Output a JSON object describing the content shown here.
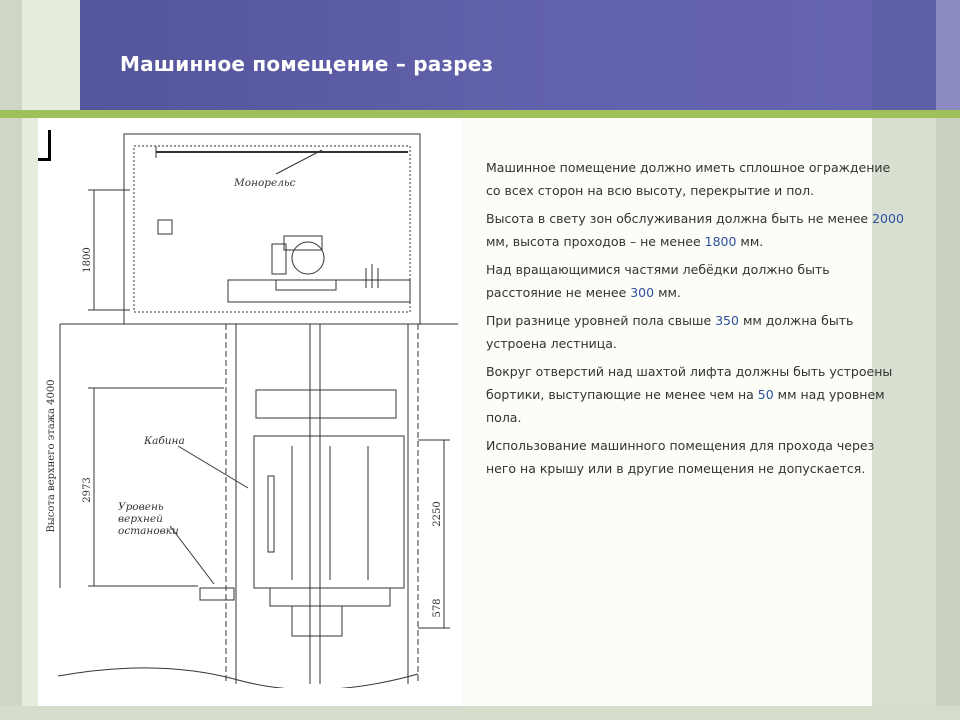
{
  "slide": {
    "title": "Машинное помещение – разрез"
  },
  "drawing": {
    "labels": {
      "monorail": "Монорельс",
      "cabin": "Кабина",
      "level_line1": "Уровень",
      "level_line2": "верхней",
      "level_line3": "остановки",
      "height_top_floor": "Высота верхнего этажа 4000"
    },
    "dimensions": {
      "d1800": "1800",
      "d2973": "2973",
      "d2250": "2250",
      "d578": "578"
    }
  },
  "text": {
    "p1": "Машинное помещение должно иметь сплошное ограждение со всех сторон на всю высоту, перекрытие и пол.",
    "p2_a": "Высота в свету зон обслуживания должна быть не менее ",
    "p2_v1": "2000",
    "p2_b": " мм, высота проходов – не менее ",
    "p2_v2": "1800",
    "p2_c": " мм.",
    "p3_a": "Над вращающимися частями лебёдки должно быть расстояние не менее ",
    "p3_v1": "300",
    "p3_b": " мм.",
    "p4_a": "При разнице уровней пола свыше ",
    "p4_v1": "350",
    "p4_b": " мм должна быть устроена лестница.",
    "p5_a": "Вокруг отверстий над шахтой лифта должны быть устроены бортики, выступающие не менее чем на ",
    "p5_v1": "50",
    "p5_b": " мм над уровнем пола.",
    "p6": "Использование машинного помещения для прохода через него на крышу или в другие помещения не допускается."
  },
  "colors": {
    "header": "#6261ad",
    "accent_bar": "#9fc15a",
    "highlight": "#2f4fa0"
  }
}
